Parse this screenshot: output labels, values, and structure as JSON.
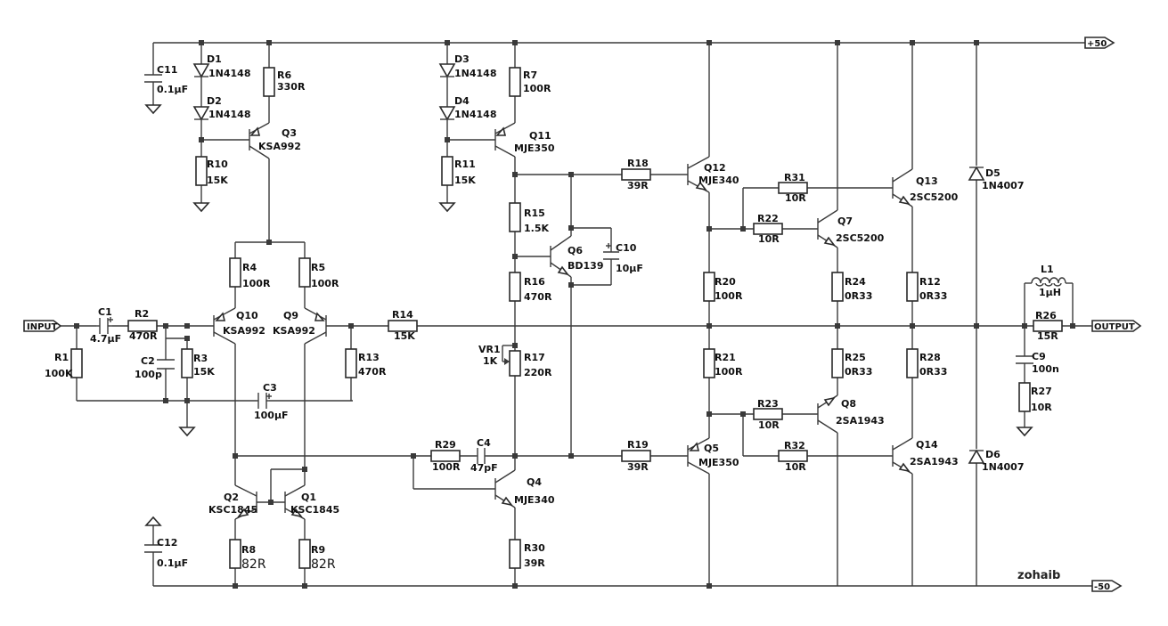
{
  "rails": {
    "positive": "+50",
    "negative": "-50"
  },
  "ports": {
    "input": "INPUT",
    "output": "OUTPUT"
  },
  "signature": "zohaib",
  "components": {
    "C11": [
      "C11",
      "0.1µF"
    ],
    "C12": [
      "C12",
      "0.1µF"
    ],
    "D1": [
      "D1",
      "1N4148"
    ],
    "D2": [
      "D2",
      "1N4148"
    ],
    "D3": [
      "D3",
      "1N4148"
    ],
    "D4": [
      "D4",
      "1N4148"
    ],
    "R6": [
      "R6",
      "330R"
    ],
    "R7": [
      "R7",
      "100R"
    ],
    "Q3": [
      "Q3",
      "KSA992"
    ],
    "Q11": [
      "Q11",
      "MJE350"
    ],
    "R10": [
      "R10",
      "15K"
    ],
    "R11": [
      "R11",
      "15K"
    ],
    "R4": [
      "R4",
      "100R"
    ],
    "R5": [
      "R5",
      "100R"
    ],
    "Q10": [
      "Q10",
      "KSA992"
    ],
    "Q9": [
      "Q9",
      "KSA992"
    ],
    "C1": [
      "C1",
      "4.7µF"
    ],
    "R2": [
      "R2",
      "470R"
    ],
    "R1": [
      "R1",
      "100K"
    ],
    "C2": [
      "C2",
      "100p"
    ],
    "R3": [
      "R3",
      "15K"
    ],
    "C3": [
      "C3",
      "100µF"
    ],
    "R13": [
      "R13",
      "470R"
    ],
    "R14": [
      "R14",
      "15K"
    ],
    "Q2": [
      "Q2",
      "KSC1845"
    ],
    "Q1": [
      "Q1",
      "KSC1845"
    ],
    "R8": [
      "R8",
      "82R"
    ],
    "R9": [
      "R9",
      "82R"
    ],
    "R15": [
      "R15",
      "1.5K"
    ],
    "Q6": [
      "Q6",
      "BD139"
    ],
    "C10": [
      "C10",
      "10µF"
    ],
    "R16": [
      "R16",
      "470R"
    ],
    "VR1": [
      "VR1",
      "1K"
    ],
    "R17": [
      "R17",
      "220R"
    ],
    "R29": [
      "R29",
      "100R"
    ],
    "C4": [
      "C4",
      "47pF"
    ],
    "Q4": [
      "Q4",
      "MJE340"
    ],
    "R30": [
      "R30",
      "39R"
    ],
    "R18": [
      "R18",
      "39R"
    ],
    "R19": [
      "R19",
      "39R"
    ],
    "Q12": [
      "Q12",
      "MJE340"
    ],
    "Q5": [
      "Q5",
      "MJE350"
    ],
    "R20": [
      "R20",
      "100R"
    ],
    "R21": [
      "R21",
      "100R"
    ],
    "R31": [
      "R31",
      "10R"
    ],
    "R22": [
      "R22",
      "10R"
    ],
    "R23": [
      "R23",
      "10R"
    ],
    "R32": [
      "R32",
      "10R"
    ],
    "Q7": [
      "Q7",
      "2SC5200"
    ],
    "Q8": [
      "Q8",
      "2SA1943"
    ],
    "Q13": [
      "Q13",
      "2SC5200"
    ],
    "Q14": [
      "Q14",
      "2SA1943"
    ],
    "R24": [
      "R24",
      "0R33"
    ],
    "R25": [
      "R25",
      "0R33"
    ],
    "R12": [
      "R12",
      "0R33"
    ],
    "R28": [
      "R28",
      "0R33"
    ],
    "D5": [
      "D5",
      "1N4007"
    ],
    "D6": [
      "D6",
      "1N4007"
    ],
    "L1": [
      "L1",
      "1µH"
    ],
    "R26": [
      "R26",
      "15R"
    ],
    "C9": [
      "C9",
      "100n"
    ],
    "R27": [
      "R27",
      "10R"
    ]
  }
}
